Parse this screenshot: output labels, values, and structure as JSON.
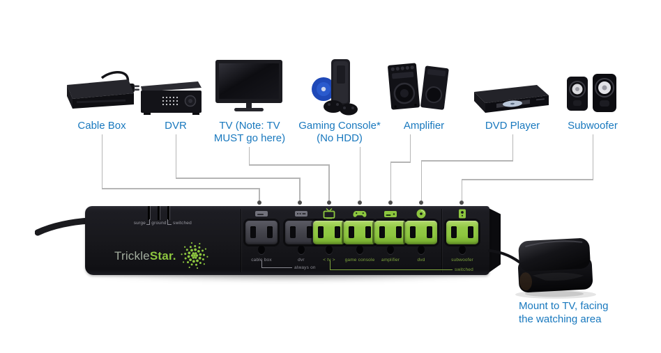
{
  "colors": {
    "label_blue": "#1878be",
    "brand_green": "#8dc63f",
    "strip_black": "#17171b",
    "connector_gray": "#b5b5b5"
  },
  "devices": [
    {
      "name": "cable-box",
      "label_line1": "Cable Box",
      "label_line2": ""
    },
    {
      "name": "dvr",
      "label_line1": "DVR",
      "label_line2": ""
    },
    {
      "name": "tv",
      "label_line1": "TV (Note: TV",
      "label_line2": "MUST go here)"
    },
    {
      "name": "gaming-console",
      "label_line1": "Gaming Console*",
      "label_line2": "(No HDD)"
    },
    {
      "name": "amplifier",
      "label_line1": "Amplifier",
      "label_line2": ""
    },
    {
      "name": "dvd-player",
      "label_line1": "DVD Player",
      "label_line2": ""
    },
    {
      "name": "subwoofer",
      "label_line1": "Subwoofer",
      "label_line2": ""
    }
  ],
  "strip": {
    "brand_prefix": "Trickle",
    "brand_suffix": "Star.",
    "indicator_labels": [
      "surge",
      "ground",
      "switched"
    ],
    "outlet_labels": [
      "cable box",
      "dvr",
      "< tv >",
      "game console",
      "amplifier",
      "dvd",
      "subwoofer"
    ],
    "group_labels": {
      "always_on": "always on",
      "switched": "switched"
    }
  },
  "sensor": {
    "caption_line1": "Mount to TV, facing",
    "caption_line2": "the watching area"
  }
}
